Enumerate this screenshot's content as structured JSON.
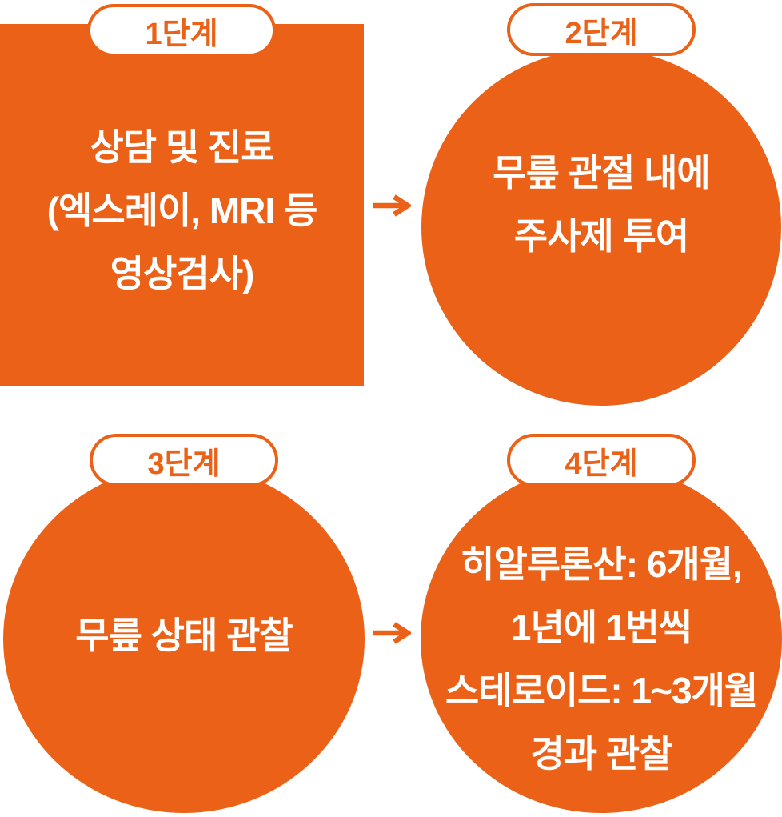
{
  "diagram": {
    "description_language": "ko",
    "colors": {
      "accent": "#EA6117",
      "text_on_accent": "#FFFFFF",
      "badge_background": "#FFFFFF"
    },
    "icons": {
      "arrow_right": "→"
    },
    "steps": [
      {
        "badge": "1단계",
        "shape": "square",
        "lines": [
          "상담 및 진료",
          "(엑스레이, MRI 등",
          "영상검사)"
        ]
      },
      {
        "badge": "2단계",
        "shape": "circle",
        "lines": [
          "무릎 관절 내에",
          "주사제 투여"
        ]
      },
      {
        "badge": "3단계",
        "shape": "circle",
        "lines": [
          "무릎 상태 관찰"
        ]
      },
      {
        "badge": "4단계",
        "shape": "circle",
        "lines": [
          "히알루론산: 6개월,",
          "1년에 1번씩",
          "스테로이드: 1~3개월",
          "경과 관찰"
        ]
      }
    ]
  }
}
